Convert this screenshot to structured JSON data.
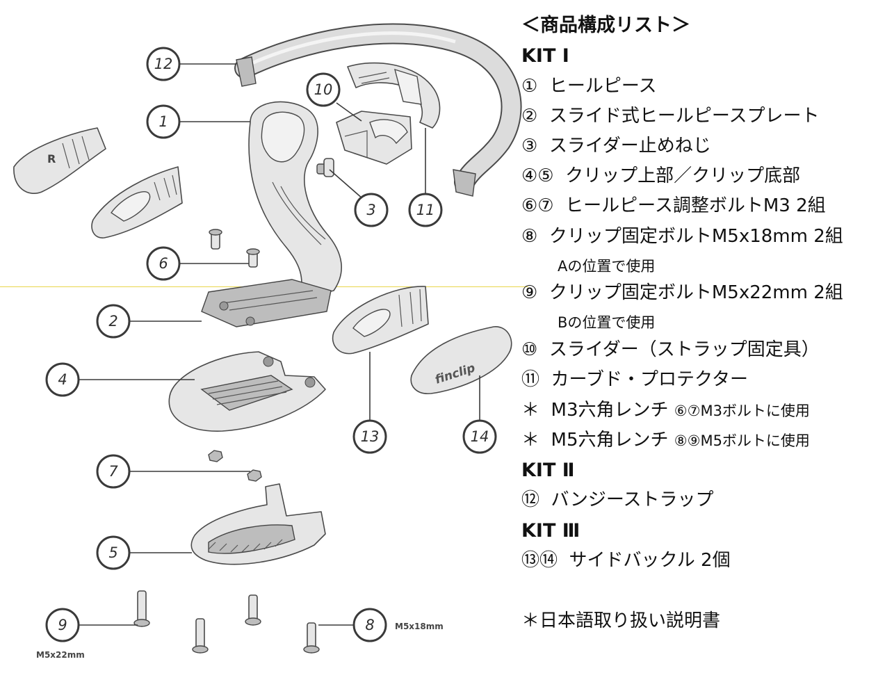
{
  "list": {
    "title": "＜商品構成リスト＞",
    "kit1": "KIT Ⅰ",
    "items1": [
      {
        "mark": "①",
        "text": "ヒールピース"
      },
      {
        "mark": "②",
        "text": "スライド式ヒールピースプレート"
      },
      {
        "mark": "③",
        "text": "スライダー止めねじ"
      },
      {
        "mark": "④⑤",
        "text": "クリップ上部／クリップ底部"
      },
      {
        "mark": "⑥⑦",
        "text": "ヒールピース調整ボルトM3 2組"
      },
      {
        "mark": "⑧",
        "text": "クリップ固定ボルトM5x18mm 2組",
        "note": "Aの位置で使用"
      },
      {
        "mark": "⑨",
        "text": "クリップ固定ボルトM5x22mm 2組",
        "note": "Bの位置で使用"
      },
      {
        "mark": "⑩",
        "text": "スライダー（ストラップ固定具）"
      },
      {
        "mark": "⑪",
        "text": "カーブド・プロテクター"
      },
      {
        "mark": "＊",
        "text": "M3六角レンチ",
        "note": "⑥⑦M3ボルトに使用"
      },
      {
        "mark": "＊",
        "text": "M5六角レンチ",
        "note": "⑧⑨M5ボルトに使用"
      }
    ],
    "kit2": "KIT Ⅱ",
    "items2": [
      {
        "mark": "⑫",
        "text": "バンジーストラップ"
      }
    ],
    "kit3": "KIT Ⅲ",
    "items3": [
      {
        "mark": "⑬⑭",
        "text": "サイドバックル 2個"
      }
    ],
    "footer": "＊日本語取り扱い説明書"
  },
  "diagram": {
    "callouts": [
      "12",
      "1",
      "10",
      "3",
      "11",
      "6",
      "2",
      "4",
      "13",
      "14",
      "7",
      "5",
      "9",
      "8"
    ],
    "size_labels": {
      "b8": "M5x18mm",
      "b9": "M5x22mm"
    },
    "brand": "finclip",
    "side_mark": "R"
  }
}
